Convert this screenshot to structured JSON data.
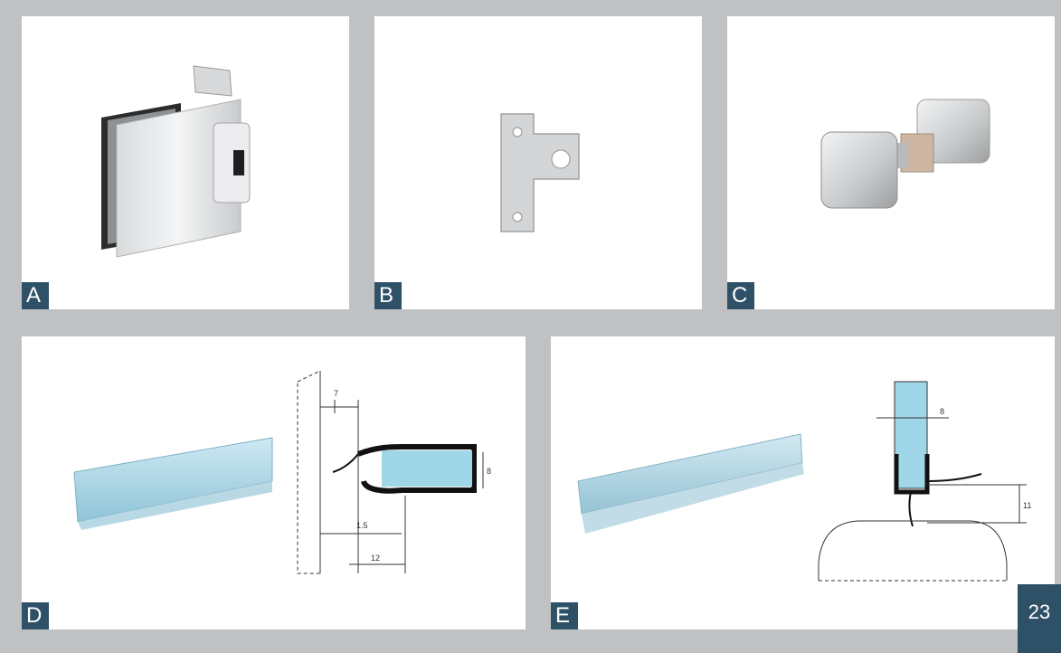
{
  "panels": [
    {
      "label": "A",
      "item": "glass-to-wall-hinge"
    },
    {
      "label": "B",
      "item": "wall-mounting-plate"
    },
    {
      "label": "C",
      "item": "square-back-to-back-knob"
    },
    {
      "label": "D",
      "item": "glass-seal-profile-with-drawing",
      "dims": [
        "7",
        "8",
        "1.5",
        "12"
      ]
    },
    {
      "label": "E",
      "item": "bottom-drip-seal-with-drawing",
      "dims": [
        "8",
        "11"
      ]
    }
  ],
  "page_number": "23",
  "colors": {
    "label_bg": "#2f5168",
    "page_bg": "#c0c1c2",
    "seal": "#9fd6e8"
  }
}
